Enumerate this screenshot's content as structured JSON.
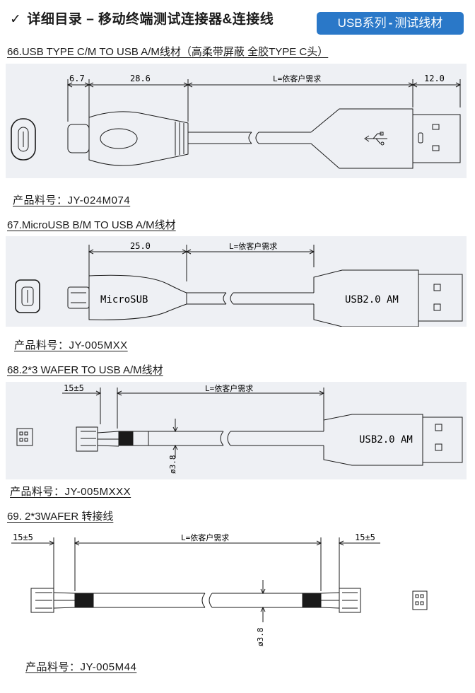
{
  "header": {
    "check": "✓",
    "title": "详细目录 – 移动终端测试连接器&连接线",
    "badge_main": "USB系列",
    "badge_dash": "-",
    "badge_sub": "测试线材"
  },
  "colors": {
    "badge": "#2a78c8",
    "panel": "#eef0f4",
    "line": "#1a1a1a"
  },
  "sections": [
    {
      "title": "66.USB TYPE C/M TO USB A/M线材（高柔带屏蔽 全胶TYPE C头）",
      "dims": [
        "6.7",
        "28.6",
        "L=依客户需求",
        "12.0"
      ],
      "part_no": "产品料号：JY-024M074"
    },
    {
      "title": "67.MicroUSB B/M TO USB A/M线材",
      "dims": [
        "25.0",
        "L=依客户需求"
      ],
      "plug_label": "MicroSUB",
      "usb_label": "USB2.0 AM",
      "part_no": "产品料号：JY-005MXX"
    },
    {
      "title": "68.2*3 WAFER TO USB A/M线材",
      "dims": [
        "15±5",
        "L=依客户需求",
        "ø3.8"
      ],
      "usb_label": "USB2.0 AM",
      "part_no": "产品料号：JY-005MXXX"
    },
    {
      "title": "69. 2*3WAFER 转接线",
      "dims": [
        "15±5",
        "L=依客户需求",
        "15±5",
        "ø3.8"
      ],
      "part_no": "产品料号：JY-005M44"
    }
  ]
}
